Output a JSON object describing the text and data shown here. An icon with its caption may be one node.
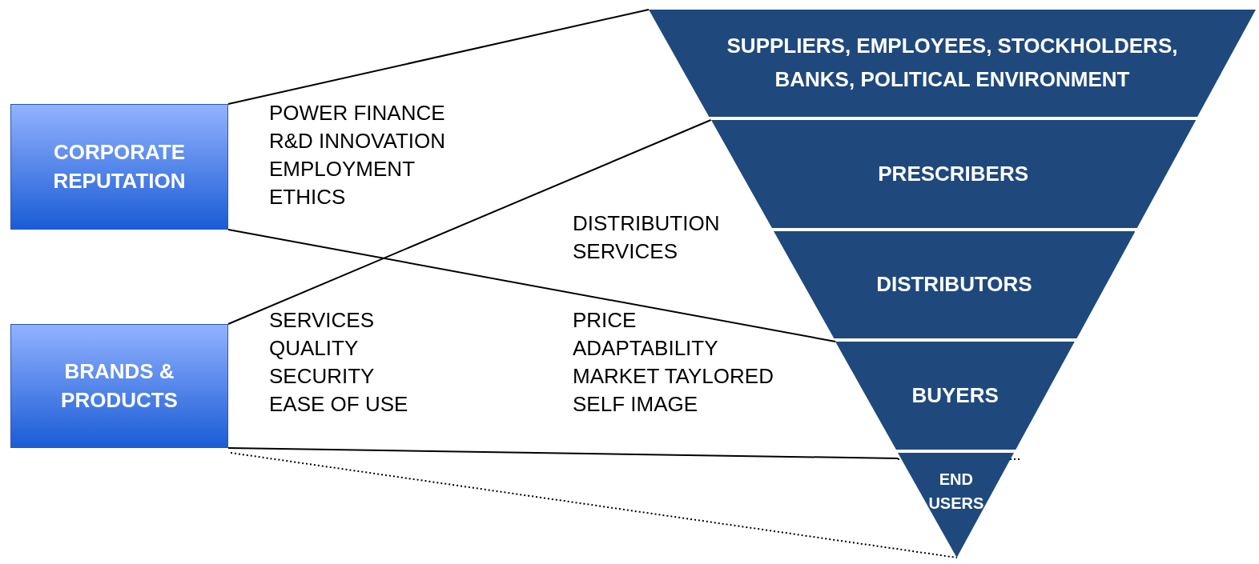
{
  "diagram": {
    "nodes": [
      {
        "text": [
          "CORPORATE REPUTATION"
        ]
      },
      {
        "text": [
          "BRANDS & PRODUCTS"
        ]
      },
      {
        "text": [
          "SUPPLIERS, EMPLOYEES, STOCKHOLDERS, BANKS, POLITICAL ENVIRONMENT"
        ]
      },
      {
        "text": [
          "PRESCRIBERS"
        ]
      },
      {
        "text": [
          "DISTRIBUTORS"
        ]
      },
      {
        "text": [
          "BUYERS"
        ]
      },
      {
        "text": [
          "END USERS"
        ]
      }
    ],
    "edges": [
      {
        "from": 0,
        "to": 2,
        "arrow": "none"
      },
      {
        "from": 0,
        "to": 5,
        "arrow": "none"
      },
      {
        "from": 1,
        "to": 3,
        "arrow": "none"
      },
      {
        "from": 1,
        "to": 6,
        "arrow": "none"
      },
      {
        "from": 1,
        "to": 6,
        "arrow": "none",
        "style": "dashed"
      }
    ],
    "labels": [
      "POWER FINANCE",
      "R&D INNOVATION",
      "EMPLOYMENT",
      "ETHICS",
      "DISTRIBUTION",
      "SERVICES",
      "SERVICES",
      "QUALITY",
      "SECURITY",
      "EASE OF USE",
      "PRICE",
      "ADAPTABILITY",
      "MARKET TAYLORED",
      "SELF IMAGE"
    ]
  }
}
